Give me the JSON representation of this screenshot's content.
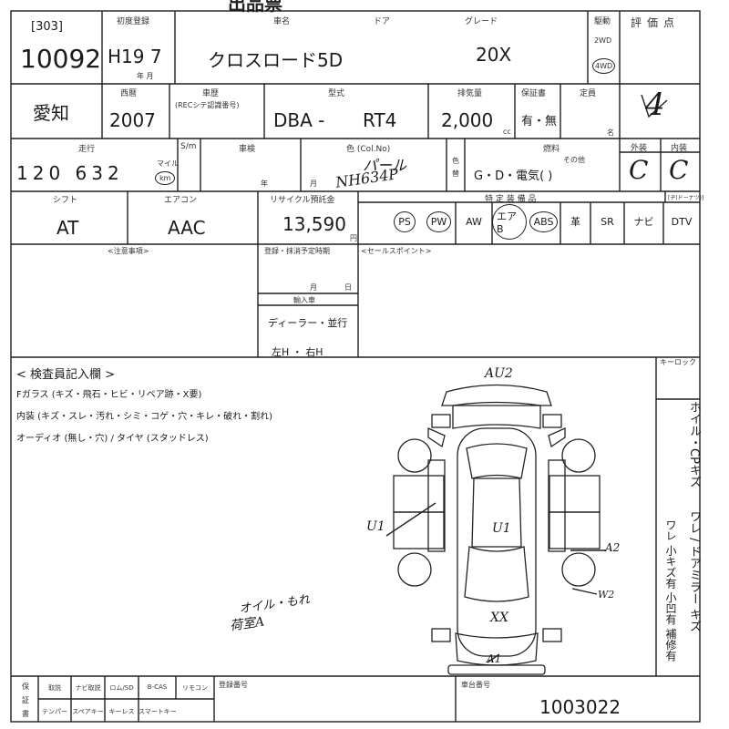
{
  "top_title": "出品票",
  "lot": {
    "box_label": "[303]",
    "number": "10092"
  },
  "first_reg": {
    "label": "初度登録",
    "value": "H19 7",
    "sub": "年 月"
  },
  "car_name": {
    "label": "車名",
    "value": "クロスロード5D"
  },
  "door": {
    "label": "ドア"
  },
  "grade": {
    "label": "グレード",
    "value": "20X"
  },
  "drive": {
    "label": "駆動",
    "opt1": "2WD",
    "opt2": "4WD"
  },
  "score": {
    "label": "評価点",
    "value": "4"
  },
  "region": {
    "value": "愛知"
  },
  "year": {
    "label": "西暦",
    "value": "2007"
  },
  "history": {
    "label": "車歴",
    "note": "(RECシテ認識番号)"
  },
  "model": {
    "label": "型式",
    "prefix": "DBA -",
    "code": "RT4"
  },
  "displacement": {
    "label": "排気量",
    "value": "2,000",
    "unit": "cc"
  },
  "inspection_record": {
    "label": "保証書",
    "value": "有・無"
  },
  "capacity": {
    "label": "定員",
    "unit": "名"
  },
  "mileage": {
    "label": "走行",
    "value": "120 632",
    "unit_top": "マイル",
    "unit_circled": "km"
  },
  "meter": {
    "label": "S/m"
  },
  "shaken": {
    "label": "車検",
    "year": "年",
    "month": "月"
  },
  "color": {
    "label": "色 (Col.No)",
    "name": "パール",
    "code": "NH634P"
  },
  "change": {
    "label": "色替"
  },
  "fuel": {
    "label": "燃料",
    "other": "その他",
    "options": "G・D・電気(   )"
  },
  "exterior": {
    "label": "外装",
    "value": "C"
  },
  "interior": {
    "label": "内装",
    "value": "C"
  },
  "shift": {
    "label": "シフト",
    "value": "AT"
  },
  "aircon": {
    "label": "エアコン",
    "value": "AAC"
  },
  "recycle": {
    "label": "リサイクル預託金",
    "value": "13,590",
    "unit": "円"
  },
  "equipment": {
    "label": "特 定 装 備 品",
    "items": [
      "PS",
      "PW",
      "AW",
      "エアB",
      "ABS",
      "革",
      "SR",
      "ナビ",
      "DTV"
    ],
    "circled": [
      true,
      true,
      false,
      true,
      true,
      false,
      false,
      false,
      false
    ],
    "extra": "[ヂ(ドーナツ)]"
  },
  "notes_label": "<注意事項>",
  "registration": {
    "label": "登録・抹消予定時期",
    "month": "月",
    "day": "日",
    "import_label": "輸入車",
    "import_value": "ディーラー・並行",
    "steering": "左H ・ 右H"
  },
  "sales_points_label": "<セールスポイント>",
  "inspector": {
    "title": "< 検査員記入欄 >",
    "line1": "Fガラス (キズ・飛石・ヒビ・リペア跡・X要)",
    "line2": "内装 (キズ・スレ・汚れ・シミ・コゲ・穴・キレ・破れ・割れ)",
    "line3": "オーディオ (無し・穴) / タイヤ (スタッドレス)"
  },
  "keyless_label": "キーロック",
  "side_notes": {
    "col1": "ホイル・CPキズ",
    "col2": "ワレ / ドアミラー キズ",
    "col3": "ワレ 小キズ有 小凹有 補修有"
  },
  "diagram_marks": {
    "a_front": "AU2",
    "u1_left": "U1",
    "u1_center": "U1",
    "a2_right": "A2",
    "w2": "W2",
    "xx": "XX",
    "a1": "A1"
  },
  "hand_note": {
    "line1": "オイル・もれ",
    "line2": "荷室A"
  },
  "bottom": {
    "accessories_top": [
      "取説",
      "ナビ取説",
      "ロム/SD",
      "B-CAS",
      "リモコン"
    ],
    "accessories_bottom": [
      "テンパー",
      "スペアキー",
      "キーレス",
      "スマートキー"
    ],
    "side_labels": [
      "保",
      "証",
      "書"
    ],
    "reg_no_label": "登録番号",
    "chassis_label": "車台番号",
    "chassis_value": "1003022"
  }
}
